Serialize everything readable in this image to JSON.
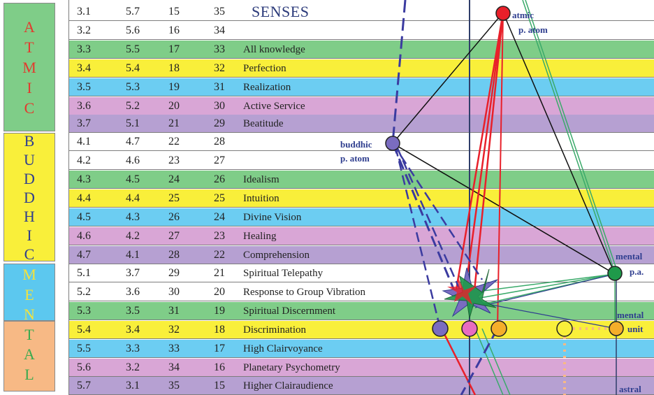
{
  "planes": {
    "atmic": [
      "A",
      "T",
      "M",
      "I",
      "C"
    ],
    "buddhic": [
      "B",
      "U",
      "D",
      "D",
      "H",
      "I",
      "C"
    ],
    "mental": [
      "M",
      "E",
      "N",
      "T",
      "A",
      "L"
    ]
  },
  "header": {
    "senses": "SENSES"
  },
  "rows": [
    {
      "a": "3.1",
      "b": "5.7",
      "c": "15",
      "d": "35",
      "s": ""
    },
    {
      "a": "3.2",
      "b": "5.6",
      "c": "16",
      "d": "34",
      "s": ""
    },
    {
      "a": "3.3",
      "b": "5.5",
      "c": "17",
      "d": "33",
      "s": "All knowledge"
    },
    {
      "a": "3.4",
      "b": "5.4",
      "c": "18",
      "d": "32",
      "s": "Perfection"
    },
    {
      "a": "3.5",
      "b": "5.3",
      "c": "19",
      "d": "31",
      "s": "Realization"
    },
    {
      "a": "3.6",
      "b": "5.2",
      "c": "20",
      "d": "30",
      "s": "Active Service"
    },
    {
      "a": "3.7",
      "b": "5.1",
      "c": "21",
      "d": "29",
      "s": "Beatitude"
    },
    {
      "a": "4.1",
      "b": "4.7",
      "c": "22",
      "d": "28",
      "s": ""
    },
    {
      "a": "4.2",
      "b": "4.6",
      "c": "23",
      "d": "27",
      "s": ""
    },
    {
      "a": "4.3",
      "b": "4.5",
      "c": "24",
      "d": "26",
      "s": "Idealism"
    },
    {
      "a": "4.4",
      "b": "4.4",
      "c": "25",
      "d": "25",
      "s": "Intuition"
    },
    {
      "a": "4.5",
      "b": "4.3",
      "c": "26",
      "d": "24",
      "s": "Divine Vision"
    },
    {
      "a": "4.6",
      "b": "4.2",
      "c": "27",
      "d": "23",
      "s": "Healing"
    },
    {
      "a": "4.7",
      "b": "4.1",
      "c": "28",
      "d": "22",
      "s": "Comprehension"
    },
    {
      "a": "5.1",
      "b": "3.7",
      "c": "29",
      "d": "21",
      "s": "Spiritual Telepathy"
    },
    {
      "a": "5.2",
      "b": "3.6",
      "c": "30",
      "d": "20",
      "s": "Response to Group Vibration"
    },
    {
      "a": "5.3",
      "b": "3.5",
      "c": "31",
      "d": "19",
      "s": "Spiritual Discernment"
    },
    {
      "a": "5.4",
      "b": "3.4",
      "c": "32",
      "d": "18",
      "s": "Discrimination"
    },
    {
      "a": "5.5",
      "b": "3.3",
      "c": "33",
      "d": "17",
      "s": "High Clairvoyance"
    },
    {
      "a": "5.6",
      "b": "3.2",
      "c": "34",
      "d": "16",
      "s": "Planetary Psychometry"
    },
    {
      "a": "5.7",
      "b": "3.1",
      "c": "35",
      "d": "15",
      "s": "Higher Clairaudience"
    }
  ],
  "labels": {
    "atmic_1": "atmic",
    "atmic_2": "p. atom",
    "buddhic_1": "buddhic",
    "buddhic_2": "p. atom",
    "mental_pa_1": "mental",
    "mental_pa_2": "p.a.",
    "mental_unit_1": "mental",
    "mental_unit_2": "unit",
    "astral": "astral"
  },
  "colors": {
    "white": "#ffffff",
    "green": "#7fcd88",
    "yellow": "#f9ef3a",
    "blue": "#6ccdf2",
    "pink": "#d9a6d6",
    "violet": "#b6a0d2",
    "atmic_node": "#e8202a",
    "buddhic_node": "#7a6cc0",
    "mental_node": "#1f9a4a"
  }
}
